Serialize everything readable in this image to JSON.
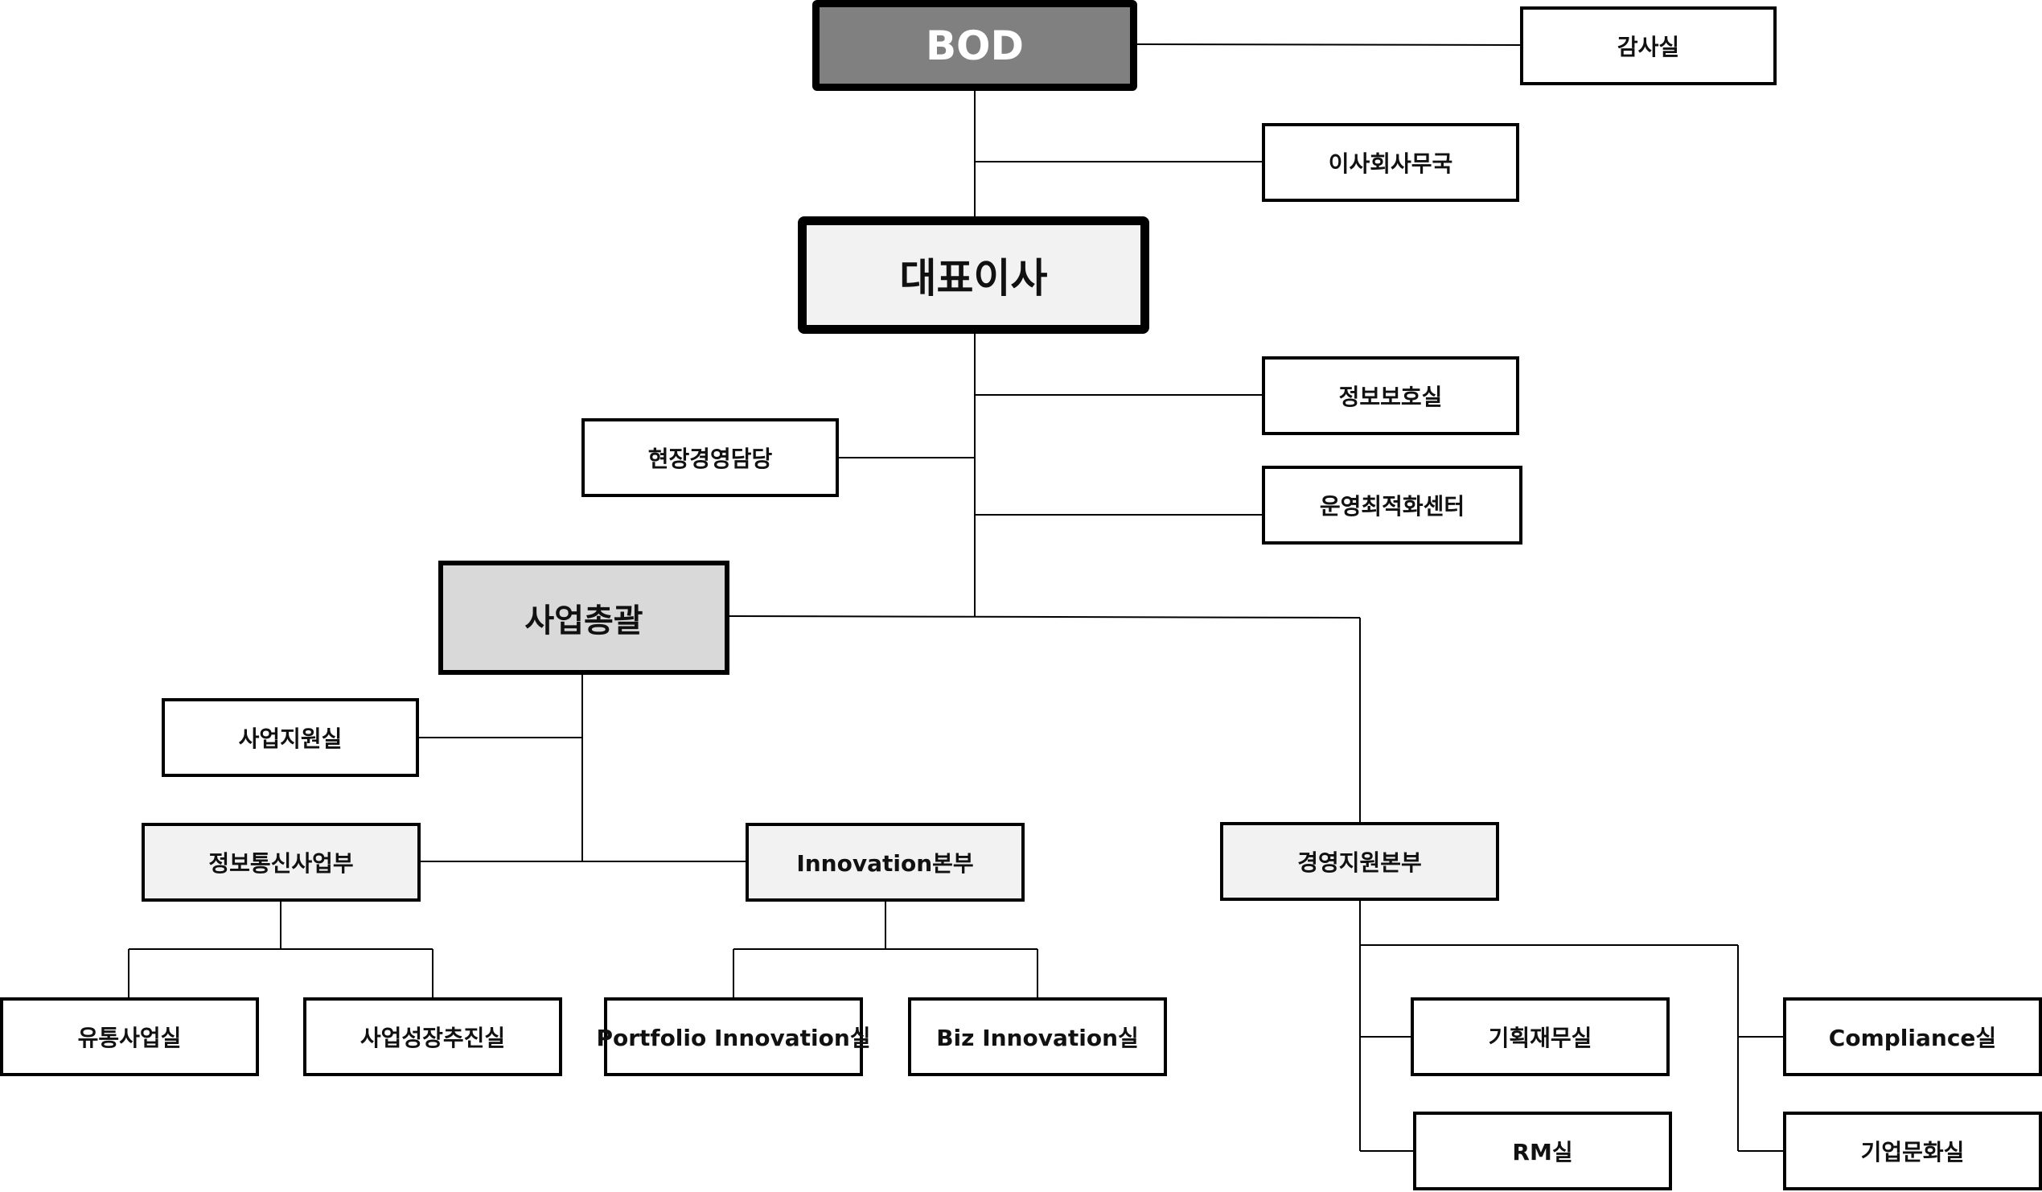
{
  "orgchart": {
    "bod": "BOD",
    "audit": "감사실",
    "board_office": "이사회사무국",
    "ceo": "대표이사",
    "info_protection": "정보보호실",
    "field_management": "현장경영담당",
    "operation_center": "운영최적화센터",
    "business_head": "사업총괄",
    "business_support": "사업지원실",
    "ict_division": "정보통신사업부",
    "innovation_division": "Innovation본부",
    "management_support": "경영지원본부",
    "distribution": "유통사업실",
    "growth": "사업성장추진실",
    "portfolio": "Portfolio Innovation실",
    "biz_innovation": "Biz Innovation실",
    "planning_finance": "기획재무실",
    "compliance": "Compliance실",
    "rm": "RM실",
    "culture": "기업문화실"
  }
}
